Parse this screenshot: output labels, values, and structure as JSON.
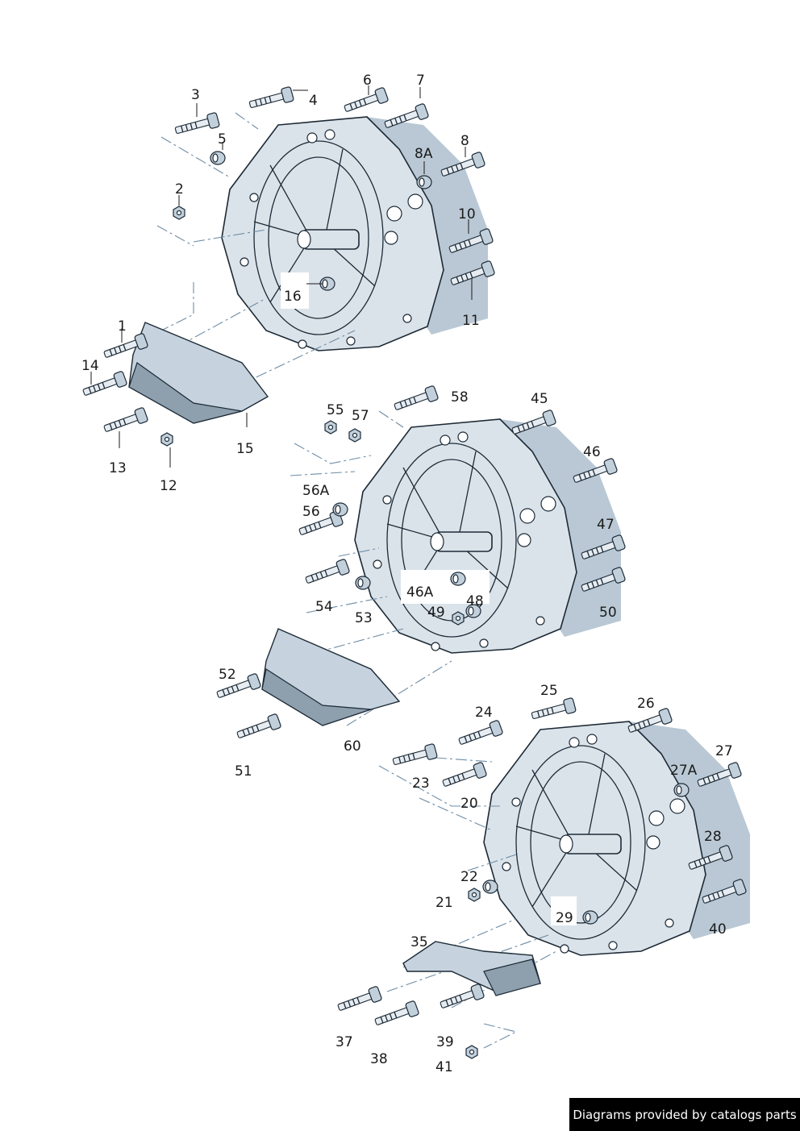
{
  "labels": {
    "l1": "1",
    "l2": "2",
    "l3": "3",
    "l4": "4",
    "l5": "5",
    "l6": "6",
    "l7": "7",
    "l8": "8",
    "l8a": "8A",
    "l10": "10",
    "l11": "11",
    "l12": "12",
    "l13": "13",
    "l14": "14",
    "l15": "15",
    "l16": "16",
    "l20": "20",
    "l21": "21",
    "l22": "22",
    "l23": "23",
    "l24": "24",
    "l25": "25",
    "l26": "26",
    "l27": "27",
    "l27a": "27A",
    "l28": "28",
    "l29": "29",
    "l35": "35",
    "l37": "37",
    "l38": "38",
    "l39": "39",
    "l40": "40",
    "l41": "41",
    "l45": "45",
    "l46": "46",
    "l46a": "46A",
    "l47": "47",
    "l48": "48",
    "l49": "49",
    "l50": "50",
    "l51": "51",
    "l52": "52",
    "l53": "53",
    "l54": "54",
    "l55": "55",
    "l56": "56",
    "l56a": "56A",
    "l57": "57",
    "l58": "58",
    "l60": "60"
  },
  "footer": {
    "text": "Diagrams provided by catalogs parts"
  },
  "icons": {
    "bolt": "bolt-icon",
    "nut": "nut-icon",
    "washer": "washer-icon",
    "bushing": "bushing-icon",
    "housing": "gearbox-housing-icon",
    "plate": "mounting-plate-icon"
  }
}
